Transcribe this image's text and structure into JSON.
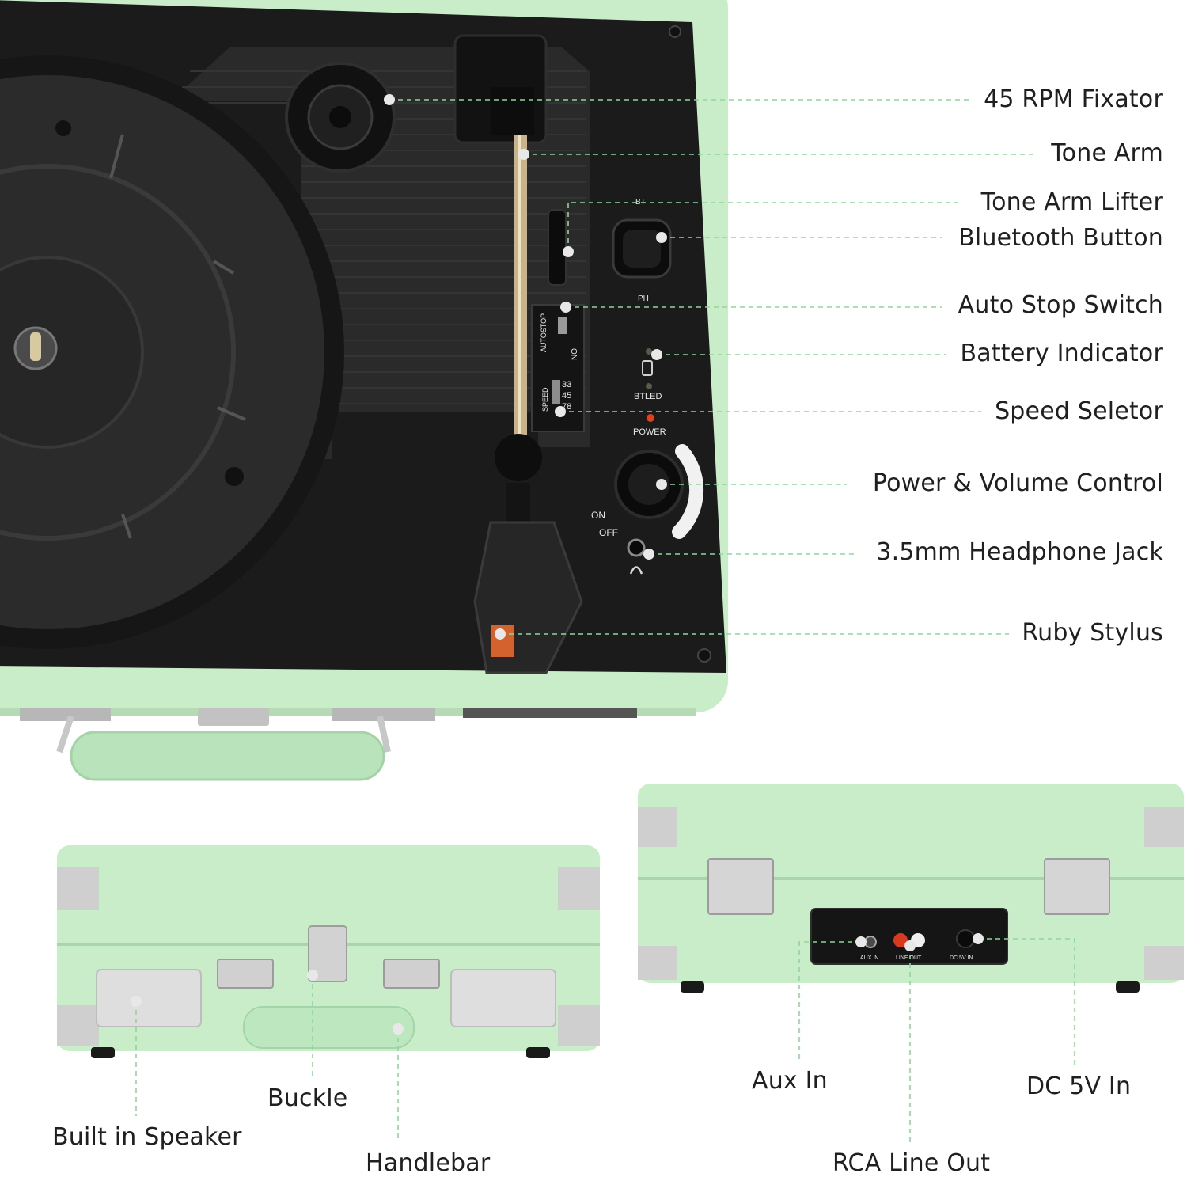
{
  "callouts": {
    "rpm45_fixator": "45 RPM Fixator",
    "tone_arm": "Tone Arm",
    "tone_arm_lifter": "Tone Arm Lifter",
    "bluetooth_button": "Bluetooth Button",
    "auto_stop_switch": "Auto Stop Switch",
    "battery_indicator": "Battery Indicator",
    "speed_selector": "Speed Seletor",
    "power_volume": "Power & Volume Control",
    "headphone_jack": "3.5mm Headphone Jack",
    "ruby_stylus": "Ruby Stylus",
    "built_in_speaker": "Built in Speaker",
    "buckle": "Buckle",
    "handlebar": "Handlebar",
    "aux_in": "Aux In",
    "rca_line_out": "RCA Line Out",
    "dc_in": "DC 5V In"
  },
  "panel_markings": {
    "bt": "BT",
    "ph": "PH",
    "btled": "BTLED",
    "power": "POWER",
    "on": "ON",
    "off": "OFF",
    "autostop": "AUTOSTOP",
    "on_switch": "ON",
    "speed": "SPEED",
    "speed_33": "33",
    "speed_45": "45",
    "speed_78": "78",
    "aux_port": "AUX IN",
    "line_out_port": "LINE OUT",
    "dc_port": "DC 5V IN"
  },
  "colors": {
    "case_green": "#c9edc8",
    "leader_line": "#8fd59c",
    "panel_black": "#1b1b1b"
  }
}
